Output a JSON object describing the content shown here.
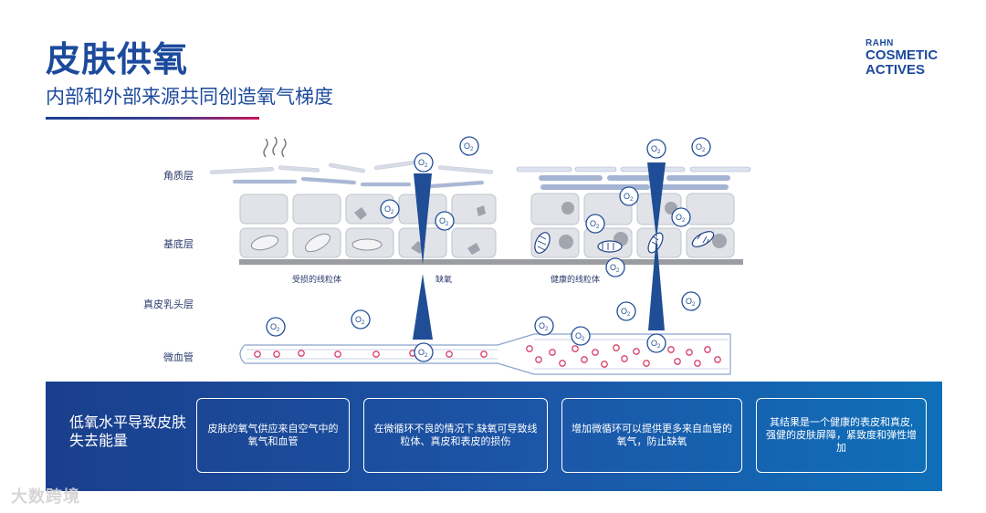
{
  "header": {
    "title": "皮肤供氧",
    "subtitle": "内部和外部来源共同创造氧气梯度"
  },
  "logo": {
    "line1": "RAHN",
    "line2": "COSMETIC",
    "line3": "ACTIVES"
  },
  "diagram": {
    "layer_labels": [
      "角质层",
      "基底层",
      "真皮乳头层",
      "微血管"
    ],
    "damaged_label": "受损的线粒体",
    "hypoxia_label": "缺氧",
    "healthy_label": "健康的线粒体",
    "o2_symbol": "O",
    "o2_subscript": "2"
  },
  "panel": {
    "intro": "低氧水平导致皮肤失去能量",
    "boxes": [
      "皮肤的氧气供应来自空气中的氧气和血管",
      "在微循环不良的情况下,缺氧可导致线粒体、真皮和表皮的损伤",
      "增加微循环可以提供更多来自血管的氧气，防止缺氧",
      "其结果是一个健康的表皮和真皮,强健的皮肤屏障，紧致度和弹性增加"
    ]
  },
  "watermark": "大数跨境",
  "colors": {
    "brand_blue": "#1c4a9c",
    "cone_blue": "#1f4e96",
    "blood_red": "#d8406a",
    "panel_blue": "#1a4a99"
  }
}
